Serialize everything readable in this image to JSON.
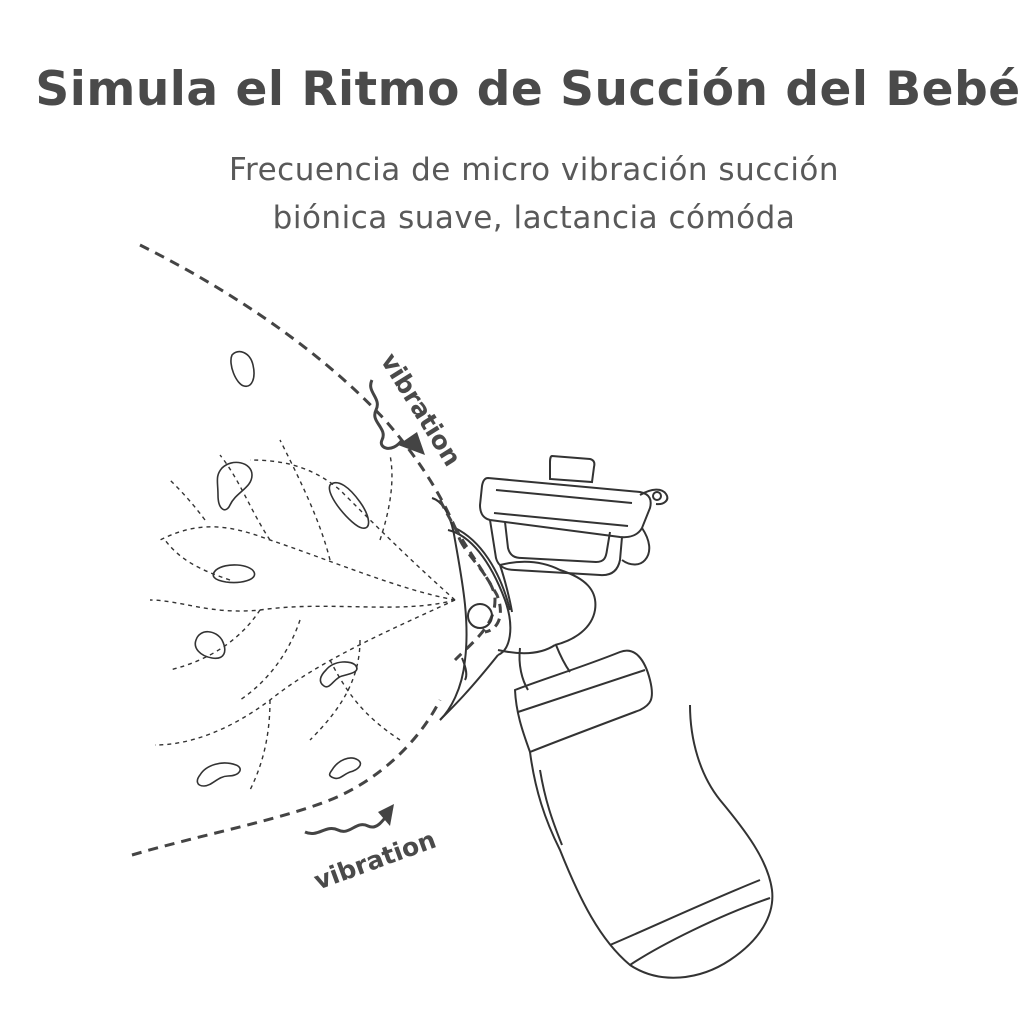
{
  "headline": "Simula el Ritmo de Succión del Bebé",
  "subtitle": {
    "line1": "Frecuencia de micro vibración succión",
    "line2": "biónica suave, lactancia cómóda"
  },
  "labels": {
    "vibration_top": "vibration",
    "vibration_bottom": "vibration"
  },
  "colors": {
    "text_dark": "#4a4a4a",
    "line": "#333333",
    "dash": "#444444"
  },
  "icons": [
    "wavy-arrow-icon",
    "breast-pump-illustration"
  ]
}
